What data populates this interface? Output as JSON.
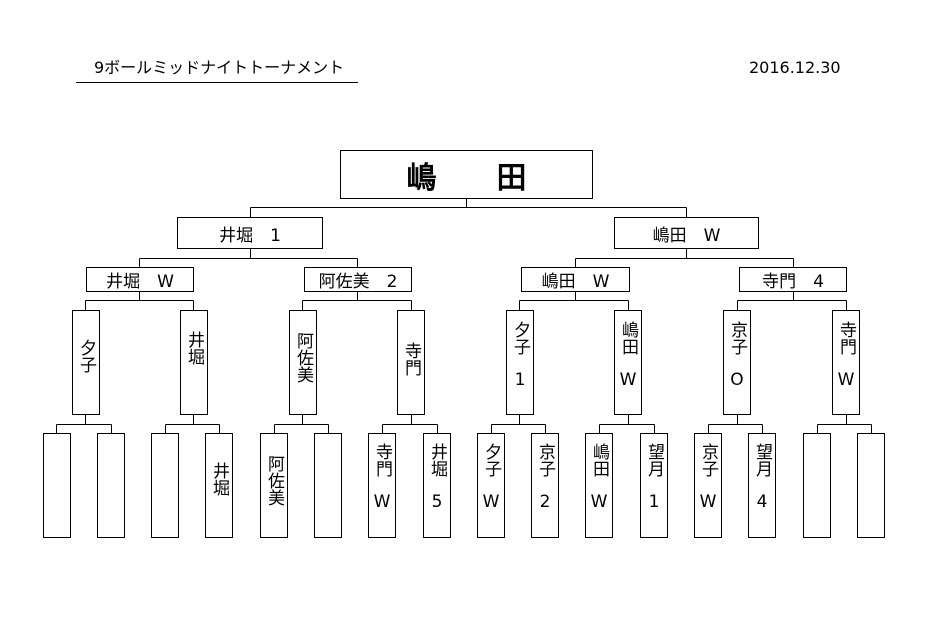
{
  "header": {
    "title": "9ボールミッドナイトトーナメント",
    "date": "2016.12.30"
  },
  "bracket": {
    "champion": "嶋　　田",
    "semifinal_left": "井堀　1",
    "semifinal_right": "嶋田　W",
    "qf1": "井堀　W",
    "qf2": "阿佐美　2",
    "qf3": "嶋田　W",
    "qf4": "寺門　4",
    "r2": [
      {
        "name": "夕子",
        "score": ""
      },
      {
        "name": "井堀",
        "score": ""
      },
      {
        "name": "阿佐美",
        "score": ""
      },
      {
        "name": "寺門",
        "score": ""
      },
      {
        "name": "夕子",
        "score": "1"
      },
      {
        "name": "嶋田",
        "score": "W"
      },
      {
        "name": "京子",
        "score": "O"
      },
      {
        "name": "寺門",
        "score": "W"
      }
    ],
    "r1": [
      {
        "name": "",
        "score": ""
      },
      {
        "name": "",
        "score": ""
      },
      {
        "name": "",
        "score": ""
      },
      {
        "name": "井堀",
        "score": ""
      },
      {
        "name": "阿佐美",
        "score": ""
      },
      {
        "name": "",
        "score": ""
      },
      {
        "name": "寺門",
        "score": "W"
      },
      {
        "name": "井堀",
        "score": "5"
      },
      {
        "name": "夕子",
        "score": "W"
      },
      {
        "name": "京子",
        "score": "2"
      },
      {
        "name": "嶋田",
        "score": "W"
      },
      {
        "name": "望月",
        "score": "1"
      },
      {
        "name": "京子",
        "score": "W"
      },
      {
        "name": "望月",
        "score": "4"
      },
      {
        "name": "",
        "score": ""
      },
      {
        "name": "",
        "score": ""
      }
    ]
  }
}
